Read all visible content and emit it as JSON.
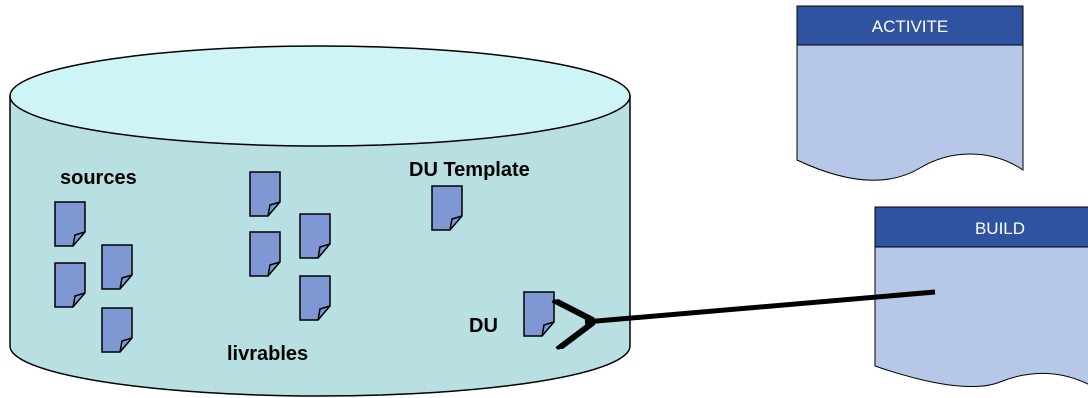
{
  "repository": {
    "labels": {
      "sources": "sources",
      "livrables": "livrables",
      "du_template": "DU Template",
      "du": "DU"
    }
  },
  "panels": {
    "activite": {
      "title": "ACTIVITE"
    },
    "build": {
      "title": "BUILD"
    }
  },
  "colors": {
    "cylinder_body": "#b8dfe2",
    "cylinder_top": "#cff4f6",
    "document_fill": "#7f98d3",
    "panel_header": "#2f53a0",
    "panel_body": "#b7c7e7"
  }
}
